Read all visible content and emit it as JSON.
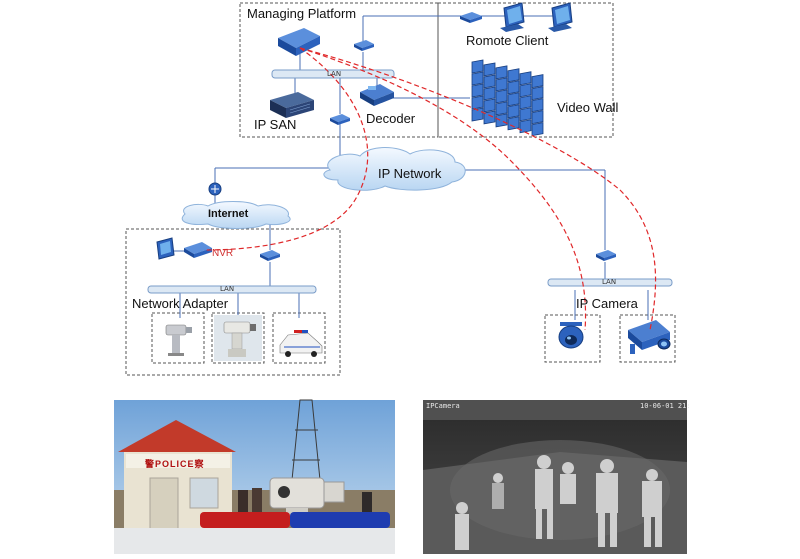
{
  "labels": {
    "managing_platform": "Managing Platform",
    "remote_client": "Romote Client",
    "video_wall": "Video Wall",
    "ip_san": "IP SAN",
    "decoder": "Decoder",
    "ip_network": "IP Network",
    "internet": "Internet",
    "nvr": "NVR",
    "network_adapter": "Network Adapter",
    "ip_camera": "IP Camera",
    "lan_top": "LAN",
    "lan_left": "LAN",
    "lan_right": "LAN"
  },
  "photos": {
    "police_sign": "警POLICE察",
    "cam_overlay_name": "IPCamera",
    "cam_overlay_time": "10-06-01 21:"
  },
  "colors": {
    "link_line": "#4a6fb5",
    "signal_path": "#e0282a",
    "lan_bar": "#dce8f4",
    "device_blue": "#2c5aa8",
    "frame_dash": "#555555"
  }
}
